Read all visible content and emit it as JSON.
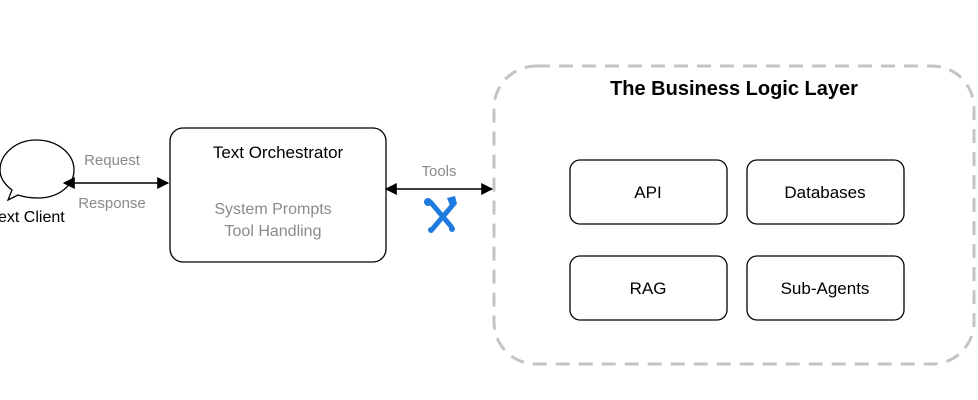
{
  "client": {
    "label": "ext Client",
    "icon": "speech-bubble-icon"
  },
  "links": {
    "request_label": "Request",
    "response_label": "Response",
    "tools_label": "Tools",
    "tools_icon": "tools-icon"
  },
  "orchestrator": {
    "title": "Text Orchestrator",
    "line1": "System Prompts",
    "line2": "Tool Handling"
  },
  "business_layer": {
    "title": "The Business Logic Layer",
    "items": [
      {
        "label": "API"
      },
      {
        "label": "Databases"
      },
      {
        "label": "RAG"
      },
      {
        "label": "Sub-Agents"
      }
    ]
  },
  "colors": {
    "line": "#000000",
    "muted_text": "#8a8a8a",
    "dashed_border": "#c4c4c4",
    "tools_icon": "#1f7ae0"
  }
}
